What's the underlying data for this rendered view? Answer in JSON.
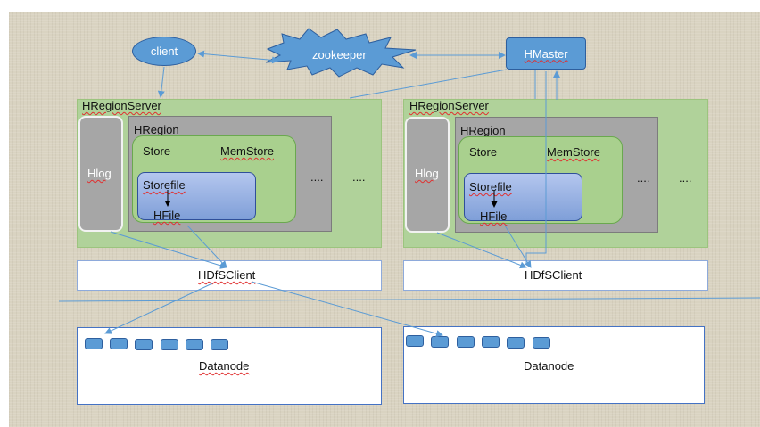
{
  "top": {
    "client": "client",
    "zookeeper": "zookeeper",
    "hmaster": "HMaster"
  },
  "servers": [
    {
      "title": "HRegionServer",
      "hlog": "Hlog",
      "hregion": "HRegion",
      "store": "Store",
      "memstore": "MemStore",
      "storefile": "Storefile",
      "hfile": "HFile",
      "ellipsis1": "....",
      "ellipsis2": "....",
      "hdfs_client": "HDfSClient"
    },
    {
      "title": "HRegionServer",
      "hlog": "Hlog",
      "hregion": "HRegion",
      "store": "Store",
      "memstore": "MemStore",
      "storefile": "Storefile",
      "hfile": "HFile",
      "ellipsis1": "....",
      "ellipsis2": "....",
      "hdfs_client": "HDfSClient"
    }
  ],
  "datanodes": [
    {
      "label": "Datanode",
      "blocks": 6
    },
    {
      "label": "Datanode",
      "blocks": 6
    }
  ],
  "colors": {
    "background": "#d9d3c1",
    "region_server": "#b0d29a",
    "hregion": "#a6a6a6",
    "store": "#a9d08e",
    "storefile": "#8faadc",
    "shape_blue": "#5b9bd5",
    "connector": "#5b9bd5"
  }
}
